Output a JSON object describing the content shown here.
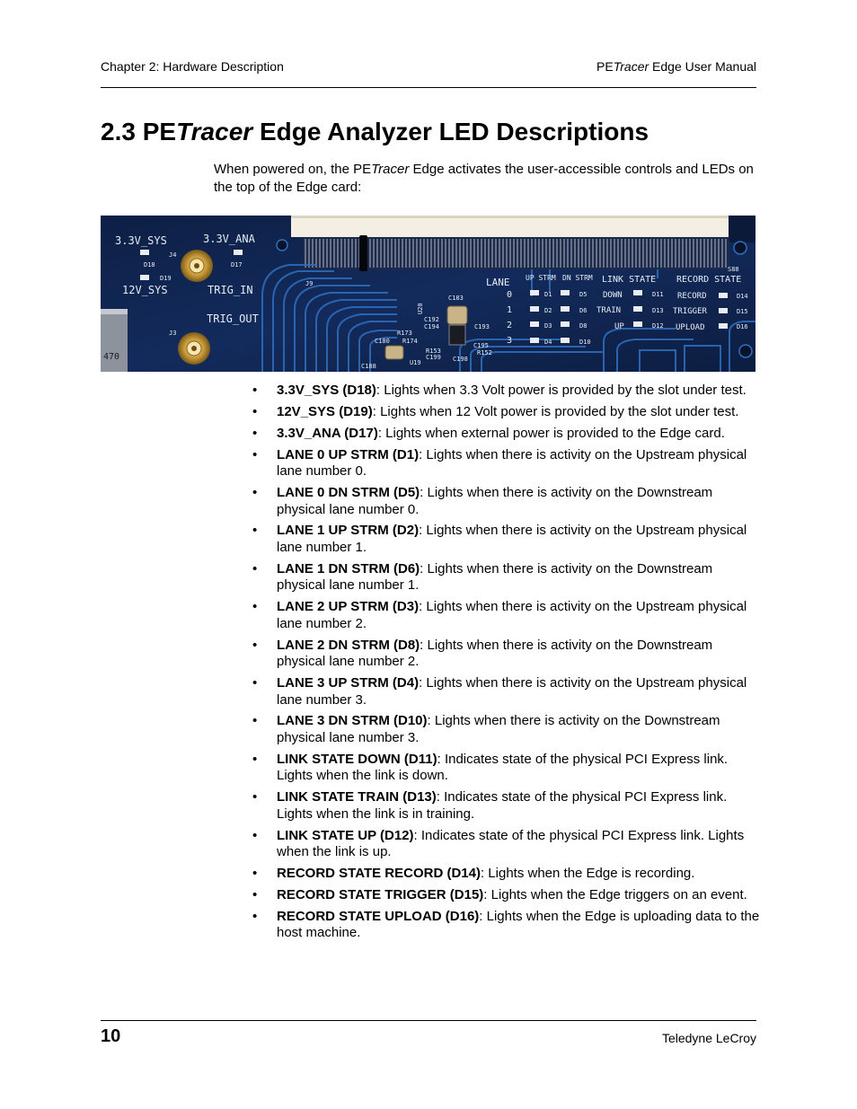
{
  "header": {
    "chapter": "Chapter 2: Hardware Description",
    "manual_prefix": "PE",
    "manual_italic": "Tracer",
    "manual_suffix": " Edge User Manual"
  },
  "title": {
    "number": "2.3 PE",
    "italic": "Tracer",
    "rest": " Edge Analyzer LED Descriptions"
  },
  "intro": {
    "before": "When powered on, the PE",
    "italic": "Tracer",
    "after": " Edge activates the user-accessible controls and LEDs on the top of the Edge card:"
  },
  "board_labels": {
    "sys33": "3.3V_SYS",
    "ana33": "3.3V_ANA",
    "sys12": "12V_SYS",
    "trig_in": "TRIG_IN",
    "trig_out": "TRIG_OUT",
    "lane": "LANE",
    "up_strm": "UP STRM",
    "dn_strm": "DN STRM",
    "link_state": "LINK STATE",
    "record_state": "RECORD STATE",
    "down": "DOWN",
    "train": "TRAIN",
    "up": "UP",
    "record": "RECORD",
    "trigger": "TRIGGER",
    "upload": "UPLOAD",
    "lanes": [
      "0",
      "1",
      "2",
      "3"
    ],
    "d_up": [
      "D1",
      "D2",
      "D3",
      "D4"
    ],
    "d_dn": [
      "D5",
      "D6",
      "D8",
      "D10"
    ],
    "d_link": [
      "D11",
      "D13",
      "D12"
    ],
    "d_rec": [
      "D14",
      "D15",
      "D16"
    ],
    "d18": "D18",
    "d19": "D19",
    "d17": "D17",
    "j4": "J4",
    "j3": "J3",
    "j9": "J9",
    "c183": "C183",
    "c192": "C192",
    "c194": "C194",
    "c193": "C193",
    "c180": "C180",
    "r173": "R173",
    "r174": "R174",
    "r153": "R153",
    "r152": "R152",
    "c195": "C195",
    "c199": "C199",
    "c198": "C198",
    "c188": "C188",
    "u19": "U19",
    "u20": "U20",
    "s88": "S88",
    "cap": "470"
  },
  "items": [
    {
      "term": "3.3V_SYS (D18)",
      "desc": ": Lights when 3.3 Volt power is provided by the slot under test."
    },
    {
      "term": "12V_SYS (D19)",
      "desc": ": Lights when 12 Volt power is provided by the slot under test."
    },
    {
      "term": "3.3V_ANA (D17)",
      "desc": ": Lights when external power is provided to the Edge card."
    },
    {
      "term": "LANE 0 UP STRM (D1)",
      "desc": ": Lights when there is activity on the Upstream physical lane number 0."
    },
    {
      "term": "LANE 0 DN STRM (D5)",
      "desc": ": Lights when there is activity on the Downstream physical lane number 0."
    },
    {
      "term": "LANE 1 UP STRM (D2)",
      "desc": ": Lights when there is activity on the Upstream physical lane number 1."
    },
    {
      "term": "LANE 1 DN STRM (D6)",
      "desc": ": Lights when there is activity on the Downstream physical lane number 1."
    },
    {
      "term": "LANE 2 UP STRM (D3)",
      "desc": ": Lights when there is activity on the Upstream physical lane number 2."
    },
    {
      "term": "LANE 2 DN STRM (D8)",
      "desc": ": Lights when there is activity on the Downstream physical lane number 2."
    },
    {
      "term": "LANE 3 UP STRM (D4)",
      "desc": ": Lights when there is activity on the Upstream physical lane number 3."
    },
    {
      "term": "LANE 3 DN STRM (D10)",
      "desc": ": Lights when there is activity on the Downstream physical lane number 3."
    },
    {
      "term": "LINK STATE DOWN (D11)",
      "desc": ": Indicates state of the physical PCI Express link. Lights when the link is down."
    },
    {
      "term": "LINK STATE TRAIN (D13)",
      "desc": ": Indicates state of the physical PCI Express link. Lights when the link is in training."
    },
    {
      "term": "LINK STATE UP (D12)",
      "desc": ": Indicates state of the physical PCI Express link. Lights when the link is up."
    },
    {
      "term": "RECORD STATE RECORD (D14)",
      "desc": ": Lights when the Edge is recording."
    },
    {
      "term": "RECORD STATE TRIGGER (D15)",
      "desc": ": Lights when the Edge triggers on an event."
    },
    {
      "term": "RECORD STATE UPLOAD (D16)",
      "desc": ": Lights when the Edge is uploading data to the host machine."
    }
  ],
  "footer": {
    "page": "10",
    "company": "Teledyne LeCroy"
  }
}
